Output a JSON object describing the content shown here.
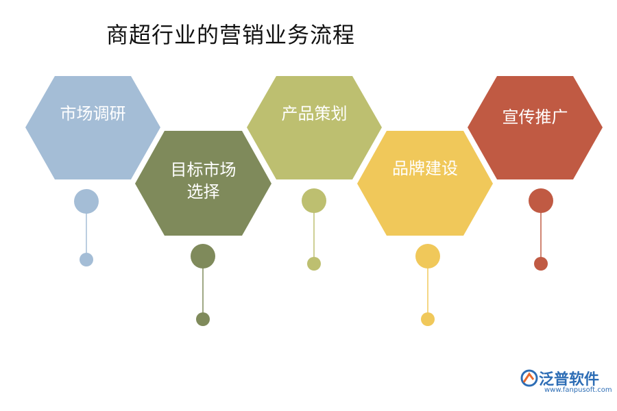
{
  "title": "商超行业的营销业务流程",
  "steps": [
    {
      "label": "市场调研",
      "color": "#a4bdd6"
    },
    {
      "label": "目标市场\n选择",
      "color": "#7f8a5b"
    },
    {
      "label": "产品策划",
      "color": "#bdbf70"
    },
    {
      "label": "品牌建设",
      "color": "#f0c85a"
    },
    {
      "label": "宣传推广",
      "color": "#c05a43"
    }
  ],
  "watermark": {
    "brand": "泛普软件",
    "url": "www.fanpusoft.com"
  }
}
